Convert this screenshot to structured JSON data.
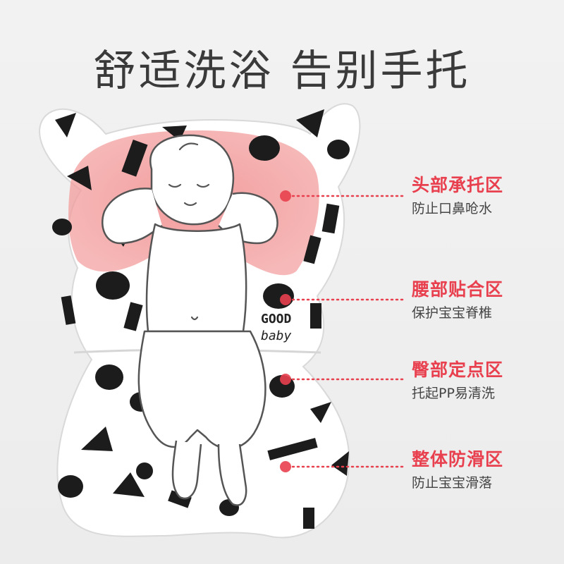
{
  "headline": "舒适洗浴 告别手托",
  "features": [
    {
      "title": "头部承托区",
      "desc": "防止口鼻呛水"
    },
    {
      "title": "腰部贴合区",
      "desc": "保护宝宝脊椎"
    },
    {
      "title": "臀部定点区",
      "desc": "托起PP易清洗"
    },
    {
      "title": "整体防滑区",
      "desc": "防止宝宝滑落"
    }
  ],
  "pillow_print": {
    "line1": "GOOD",
    "line2": "baby"
  },
  "colors": {
    "accent": "#e8404e",
    "headline": "#3a3a3a",
    "highlight": "#f08a8a"
  }
}
